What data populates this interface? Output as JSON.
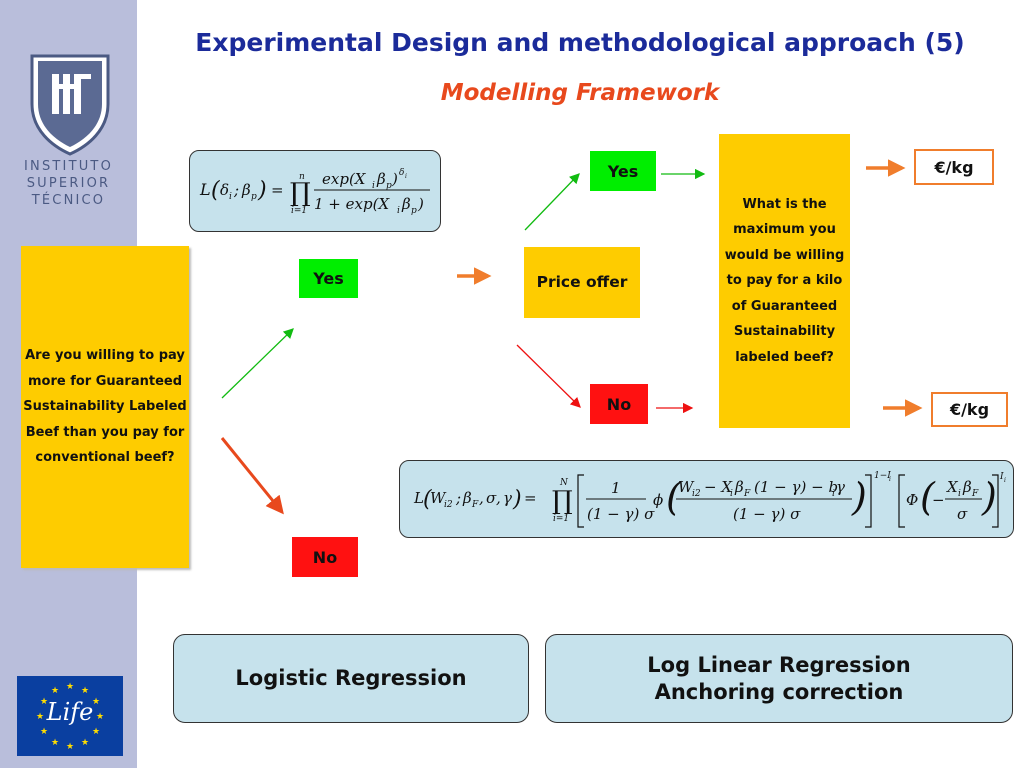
{
  "header": {
    "title": "Experimental Design and methodological approach (5)",
    "subtitle": "Modelling Framework"
  },
  "sidebar": {
    "logo_text_lines": [
      "INSTITUTO",
      "SUPERIOR",
      "TÉCNICO"
    ],
    "logo_icon": "ist-shield-icon",
    "eu_life_text": "Life",
    "eu_icon": "eu-stars-icon"
  },
  "diagram": {
    "question": "Are you willing to pay more for Guaranteed Sustainability Labeled Beef than you pay for conventional beef?",
    "answer_yes": "Yes",
    "answer_no": "No",
    "price_offer": "Price offer",
    "price_yes": "Yes",
    "price_no": "No",
    "wtp_question": "What is the maximum you would be willing to pay for a kilo of Guaranteed Sustainability labeled beef?",
    "unit_top": "€/kg",
    "unit_bottom": "€/kg"
  },
  "methods": {
    "left": "Logistic Regression",
    "right_line1": "Log Linear Regression",
    "right_line2": "Anchoring correction"
  },
  "colors": {
    "title": "#1b2b9a",
    "subtitle": "#e8491d",
    "yellow": "#fecc00",
    "green": "#00ee00",
    "red": "#ff1111",
    "formula_bg": "#c6e2ec",
    "arrow_orange": "#f07d2c"
  }
}
